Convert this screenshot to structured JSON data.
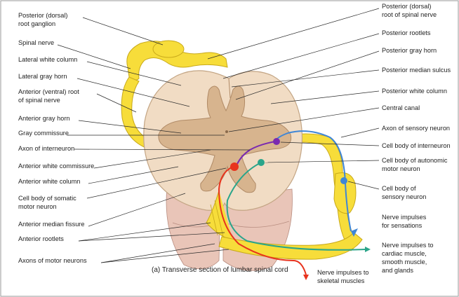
{
  "figure": {
    "caption": "(a) Transverse section of lumbar spinal cord",
    "colors": {
      "white_matter": "#f1dcc4",
      "gray_matter": "#d7b48e",
      "nerve_yellow": "#f7dd3a",
      "nerve_outline": "#c8a91a",
      "pia_pink": "#e9c5b8",
      "motor_red": "#e8331d",
      "sensory_blue": "#3f86d6",
      "interneuron_purple": "#7a2ab0",
      "autonomic_teal": "#2aa58a"
    }
  },
  "left_labels": [
    "Posterior (dorsal)",
    "root ganglion",
    "Spinal nerve",
    "Lateral white column",
    "Lateral gray horn",
    "Anterior (ventral) root",
    "of spinal nerve",
    "Anterior gray horn",
    "Gray commissure",
    "Axon of interneuron",
    "Anterior white commissure",
    "Anterior white column",
    "Cell body of somatic",
    "motor neuron",
    "Anterior median fissure",
    "Anterior rootlets",
    "Axons of motor neurons"
  ],
  "right_labels": [
    "Posterior (dorsal)",
    "root of spinal nerve",
    "Posterior rootlets",
    "Posterior gray horn",
    "Posterior median sulcus",
    "Posterior white column",
    "Central canal",
    "Axon of sensory neuron",
    "Cell body of interneuron",
    "Cell body of autonomic",
    "motor neuron",
    "Cell body of",
    "sensory neuron",
    "Nerve impulses",
    "for sensations",
    "Nerve impulses to",
    "cardiac muscle,",
    "smooth muscle,",
    "and glands"
  ],
  "bottom_labels": [
    "Nerve impulses to",
    "skeletal muscles"
  ]
}
